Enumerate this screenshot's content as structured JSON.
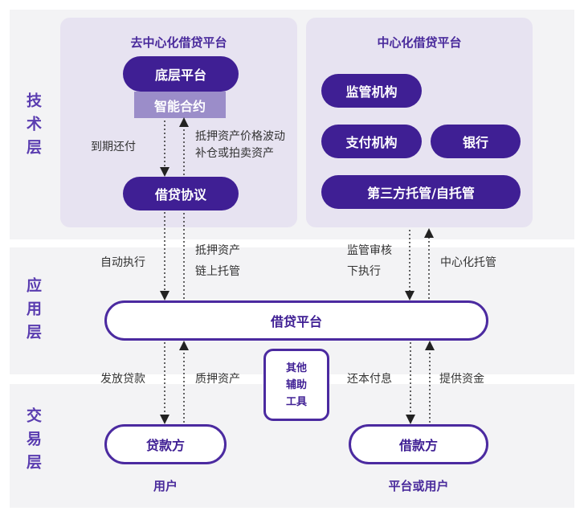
{
  "layers": {
    "tech": "技术层",
    "app": "应用层",
    "trade": "交易层"
  },
  "decentralized": {
    "title": "去中心化借贷平台",
    "base_platform": "底层平台",
    "smart_contract": "智能合约",
    "lending_protocol": "借贷协议",
    "down_label": "到期还付",
    "up_label_1": "抵押资产价格波动",
    "up_label_2": "补仓或拍卖资产"
  },
  "centralized": {
    "title": "中心化借贷平台",
    "regulator": "监管机构",
    "payment": "支付机构",
    "bank": "银行",
    "custody": "第三方托管/自托管"
  },
  "app_layer": {
    "platform": "借贷平台",
    "left_down": "自动执行",
    "left_up_1": "抵押资产",
    "left_up_2": "链上托管",
    "right_down_1": "监管审核",
    "right_down_2": "下执行",
    "right_up": "中心化托管"
  },
  "trade_layer": {
    "left_down": "发放贷款",
    "left_up": "质押资产",
    "right_down": "还本付息",
    "right_up": "提供资金",
    "tools_1": "其他",
    "tools_2": "辅助",
    "tools_3": "工具",
    "lender": "贷款方",
    "borrower": "借款方",
    "lender_sub": "用户",
    "borrower_sub": "平台或用户"
  },
  "colors": {
    "primary": "#3f1f94",
    "panel": "#e7e3f1",
    "contract": "#9b8dc9"
  }
}
